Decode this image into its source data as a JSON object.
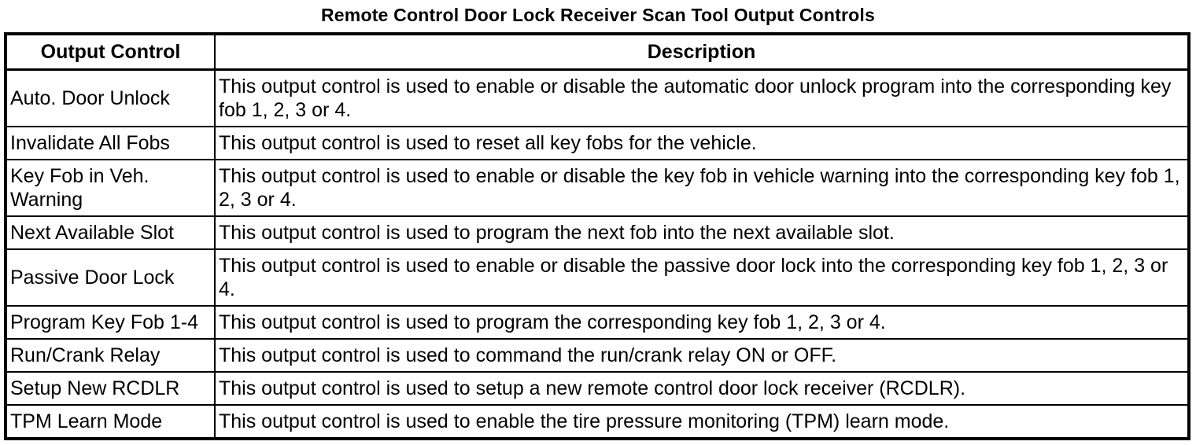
{
  "title": "Remote Control Door Lock Receiver Scan Tool Output Controls",
  "colors": {
    "text": "#000000",
    "background": "#ffffff",
    "border": "#000000"
  },
  "table": {
    "headers": [
      "Output Control",
      "Description"
    ],
    "rows": [
      {
        "control": "Auto. Door Unlock",
        "description": "This output control is used to enable or disable the automatic door unlock program into the corresponding key fob 1, 2, 3 or 4."
      },
      {
        "control": "Invalidate All Fobs",
        "description": "This output control is used to reset all key fobs for the vehicle."
      },
      {
        "control": "Key Fob in Veh. Warning",
        "description": "This output control is used to enable or disable the key fob in vehicle warning into the corresponding key fob 1, 2, 3 or 4."
      },
      {
        "control": "Next Available Slot",
        "description": "This output control is used to program the next fob into the next available slot."
      },
      {
        "control": "Passive Door Lock",
        "description": "This output control is used to enable or disable the passive door lock into the corresponding key fob 1, 2, 3 or 4."
      },
      {
        "control": "Program Key Fob 1-4",
        "description": "This output control is used to program the corresponding key fob 1, 2, 3 or 4."
      },
      {
        "control": "Run/Crank Relay",
        "description": "This output control is used to command the run/crank relay ON or OFF."
      },
      {
        "control": "Setup New RCDLR",
        "description": "This output control is used to setup a new remote control door lock receiver (RCDLR)."
      },
      {
        "control": "TPM Learn Mode",
        "description": "This output control is used to enable the tire pressure monitoring (TPM) learn mode."
      }
    ]
  }
}
